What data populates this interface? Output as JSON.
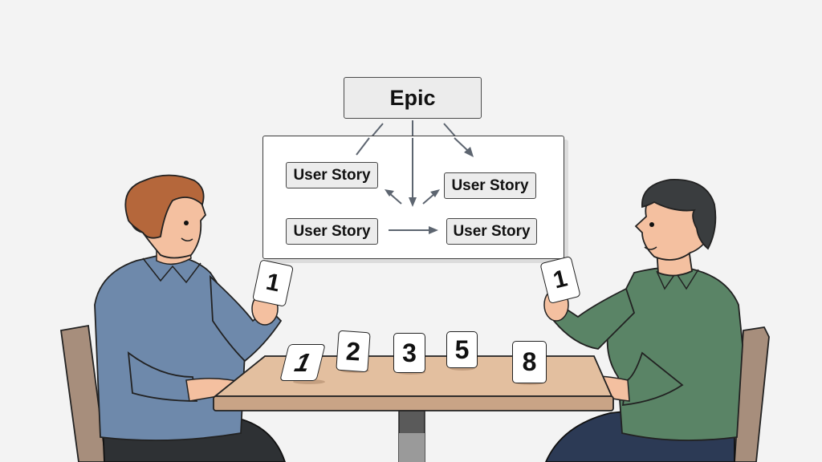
{
  "diagram": {
    "epic": {
      "label": "Epic"
    },
    "user_stories": [
      {
        "label": "User Story",
        "position": "top-left"
      },
      {
        "label": "User Story",
        "position": "top-right"
      },
      {
        "label": "User Story",
        "position": "bottom-left"
      },
      {
        "label": "User Story",
        "position": "bottom-right"
      }
    ]
  },
  "people": {
    "left": {
      "held_card": "1",
      "shirt_color": "#6e89ab",
      "hair_color": "#b5673b"
    },
    "right": {
      "held_card": "1",
      "shirt_color": "#5a8466",
      "hair_color": "#3a3d3f"
    }
  },
  "table_cards": [
    "1",
    "2",
    "3",
    "5",
    "8"
  ],
  "colors": {
    "background": "#f3f3f3",
    "table": "#e3bf9f",
    "table_edge": "#c9a486",
    "chair": "#a78e7c",
    "skin": "#f4c0a0",
    "pants_left": "#2e3134",
    "pants_right": "#2c3a55"
  }
}
